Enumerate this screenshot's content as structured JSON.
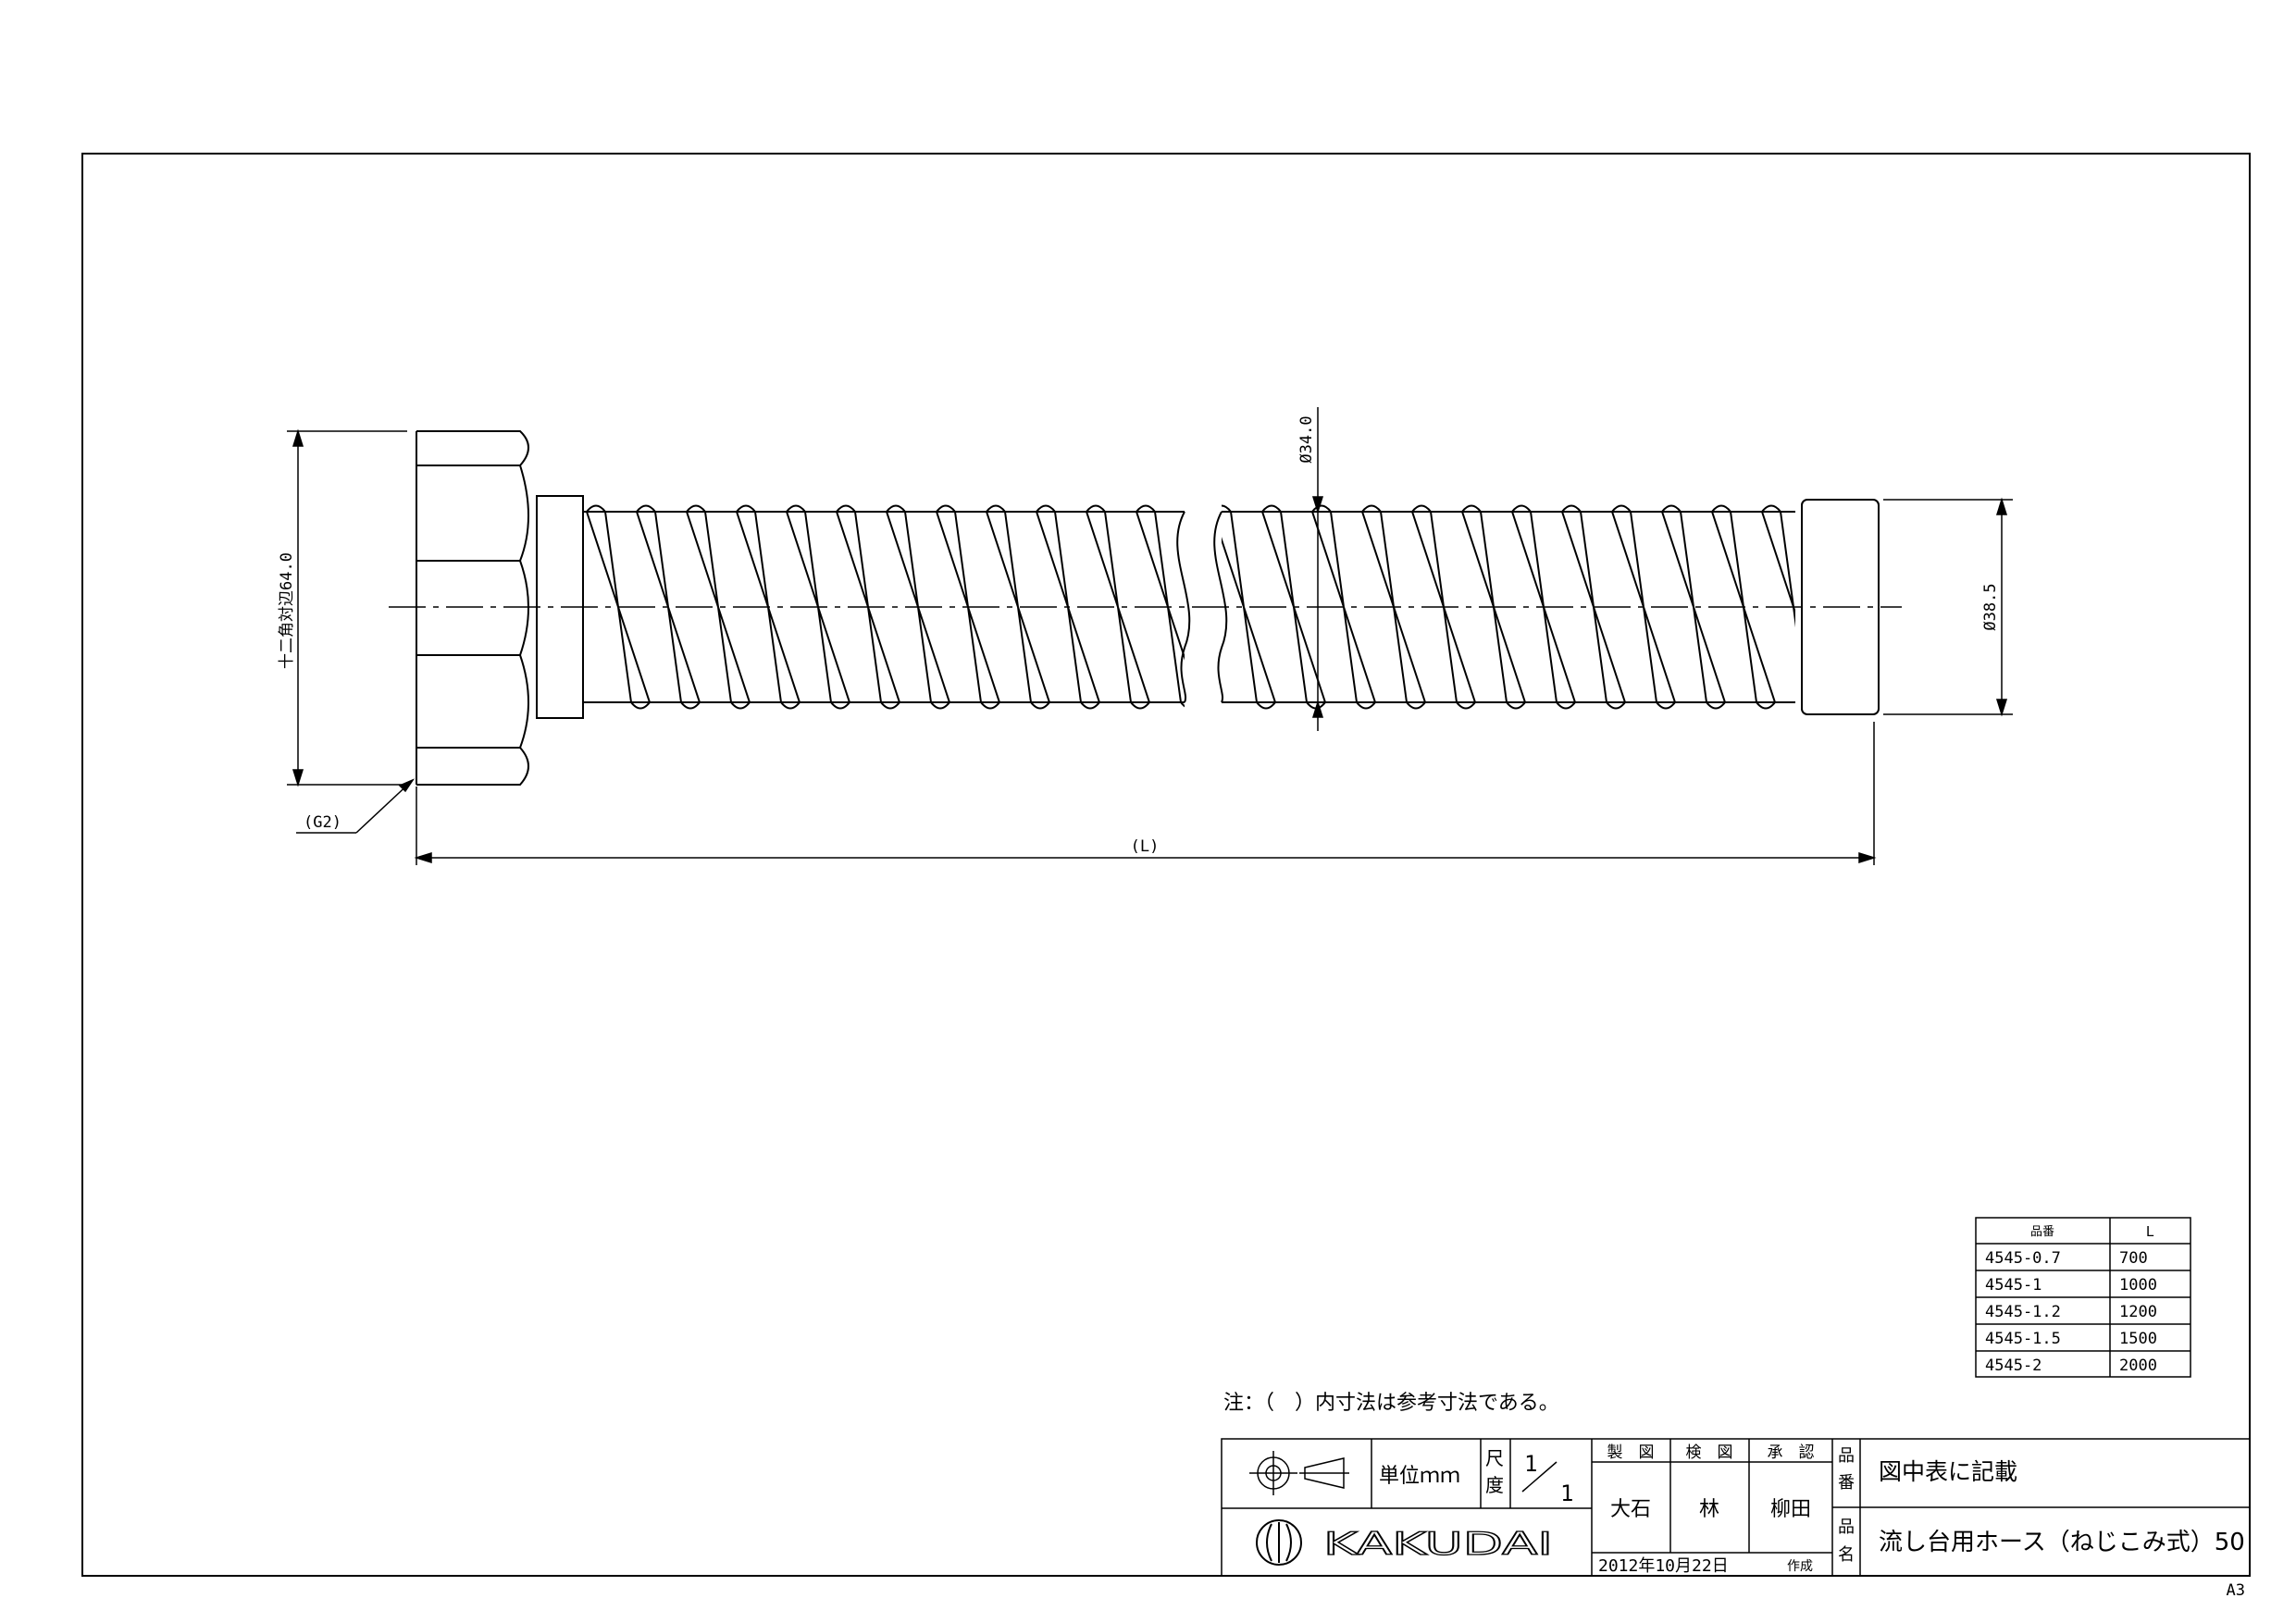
{
  "drawing": {
    "dim_hex_flat": "十二角対辺64.0",
    "dim_thread": "(G2)",
    "dim_length": "(L)",
    "dim_hose_od": "Ø34.0",
    "dim_nut_od": "Ø38.5"
  },
  "parts_table": {
    "headers": [
      "品番",
      "L"
    ],
    "rows": [
      [
        "4545-0.7",
        "700"
      ],
      [
        "4545-1",
        "1000"
      ],
      [
        "4545-1.2",
        "1200"
      ],
      [
        "4545-1.5",
        "1500"
      ],
      [
        "4545-2",
        "2000"
      ]
    ]
  },
  "note": "注：（　）内寸法は参考寸法である。",
  "title_block": {
    "unit": "単位ｍｍ",
    "scale_label_1": "尺",
    "scale_label_2": "度",
    "scale_num": "1",
    "scale_den": "1",
    "made_label": "製　図",
    "checked_label": "検　図",
    "approved_label": "承　認",
    "made_by": "大石",
    "checked_by": "林",
    "approved_by": "柳田",
    "date": "2012年10月22日",
    "created_label": "作成",
    "part_no_label_1": "品",
    "part_no_label_2": "番",
    "part_no": "図中表に記載",
    "name_label_1": "品",
    "name_label_2": "名",
    "name": "流し台用ホース（ねじこみ式）50",
    "logo_text": "KAKUDAI"
  },
  "sheet_size": "A3"
}
